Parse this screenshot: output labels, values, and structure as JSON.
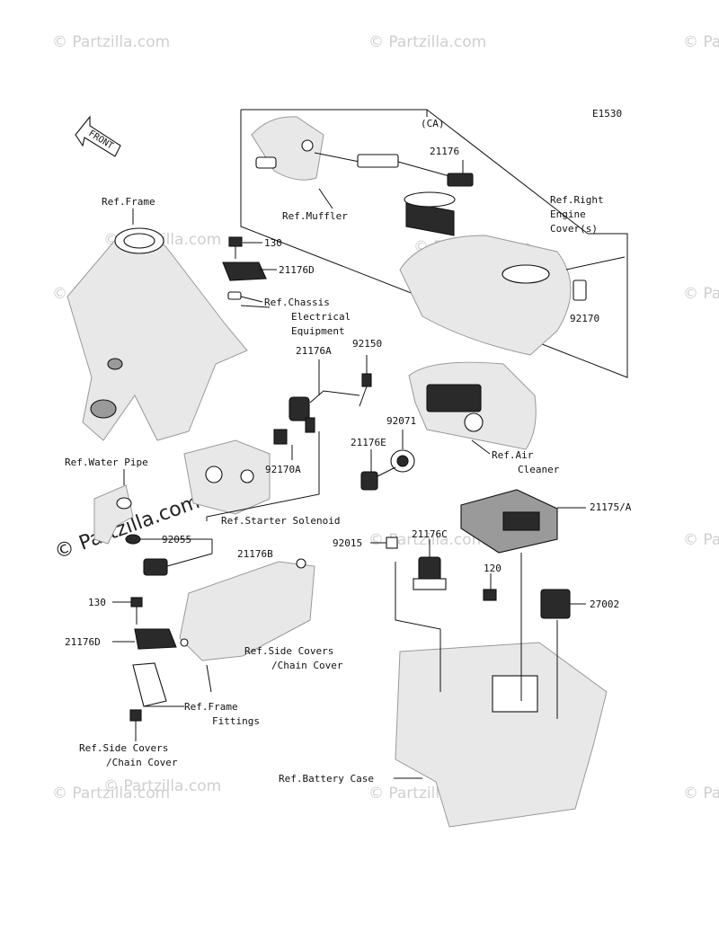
{
  "figure_code": "E1530",
  "ca_label": "(CA)",
  "front_label": "FRONT",
  "watermark": "© Partzilla.com",
  "labels": {
    "ref_frame": "Ref.Frame",
    "ref_muffler": "Ref.Muffler",
    "p21176": "21176",
    "ref_right_engine_cover_1": "Ref.Right",
    "ref_right_engine_cover_2": "Engine",
    "ref_right_engine_cover_3": "Cover(s)",
    "p92170": "92170",
    "p130_top": "130",
    "p21176d_top": "21176D",
    "ref_chassis_1": "Ref.Chassis",
    "ref_chassis_2": "Electrical",
    "ref_chassis_3": "Equipment",
    "p21176a": "21176A",
    "p92150": "92150",
    "p92071": "92071",
    "p21176e": "21176E",
    "ref_air_cleaner_1": "Ref.Air",
    "ref_air_cleaner_2": "Cleaner",
    "p92170a": "92170A",
    "ref_water_pipe": "Ref.Water Pipe",
    "ref_starter_solenoid": "Ref.Starter Solenoid",
    "p21175a": "21175/A",
    "p92055": "92055",
    "p21176b": "21176B",
    "p92015": "92015",
    "p21176c": "21176C",
    "p120": "120",
    "p27002": "27002",
    "p130_bottom": "130",
    "p21176d_bottom": "21176D",
    "ref_side_covers_1": "Ref.Side Covers",
    "ref_side_covers_2": "/Chain Cover",
    "ref_frame_fittings_1": "Ref.Frame",
    "ref_frame_fittings_2": "Fittings",
    "ref_side_covers_b1": "Ref.Side Covers",
    "ref_side_covers_b2": "/Chain Cover",
    "ref_battery_case": "Ref.Battery Case"
  }
}
